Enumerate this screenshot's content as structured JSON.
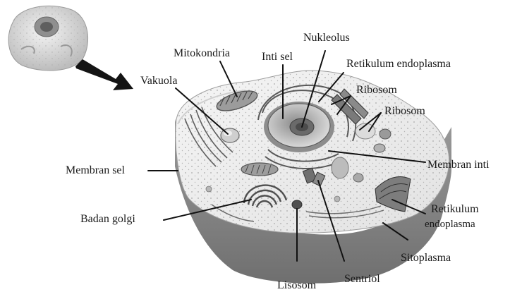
{
  "labels": {
    "nukleolus": "Nukleolus",
    "mitokondria": "Mitokondria",
    "inti_sel": "Inti sel",
    "retikulum_endoplasma_top": "Retikulum  endoplasma",
    "vakuola": "Vakuola",
    "ribosom_1": "Ribosom",
    "ribosom_2": "Ribosom",
    "membran_sel": "Membran sel",
    "membran_inti": "Membran inti",
    "badan_golgi": "Badan golgi",
    "retikulum_right_line1": "Retikulum",
    "retikulum_right_line2": "endoplasma",
    "sitoplasma": "Sitoplasma",
    "lisosom": "Lisosom",
    "sentriol": "Sentriol"
  },
  "colors": {
    "ink": "#1a1a1a",
    "cell_top": "#e9e9e9",
    "cell_side": "#8c8c8c",
    "organelle": "#6e6e6e"
  }
}
